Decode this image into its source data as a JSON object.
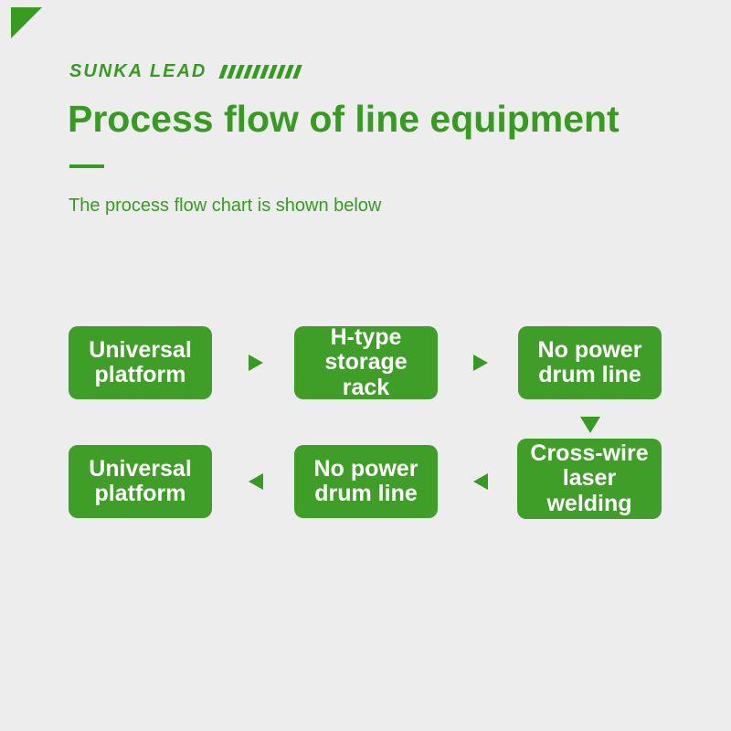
{
  "brand": {
    "name": "SUNKA LEAD",
    "slash_count": 10
  },
  "header": {
    "title": "Process flow of line equipment",
    "subtitle": "The process flow chart is shown below"
  },
  "colors": {
    "accent_green": "#359c1f",
    "box_green": "#3f9e28",
    "background": "#ededed",
    "box_text": "#ffffff"
  },
  "flow": {
    "row1": {
      "direction": "right",
      "boxes": [
        {
          "label": "Universal\nplatform"
        },
        {
          "label": "H-type\nstorage\nrack"
        },
        {
          "label": "No power\ndrum line"
        }
      ]
    },
    "connector": {
      "direction": "down"
    },
    "row2": {
      "direction": "left",
      "boxes": [
        {
          "label": "Universal\nplatform"
        },
        {
          "label": "No power\ndrum line"
        },
        {
          "label": "Cross-wire\nlaser\nwelding"
        }
      ]
    }
  }
}
